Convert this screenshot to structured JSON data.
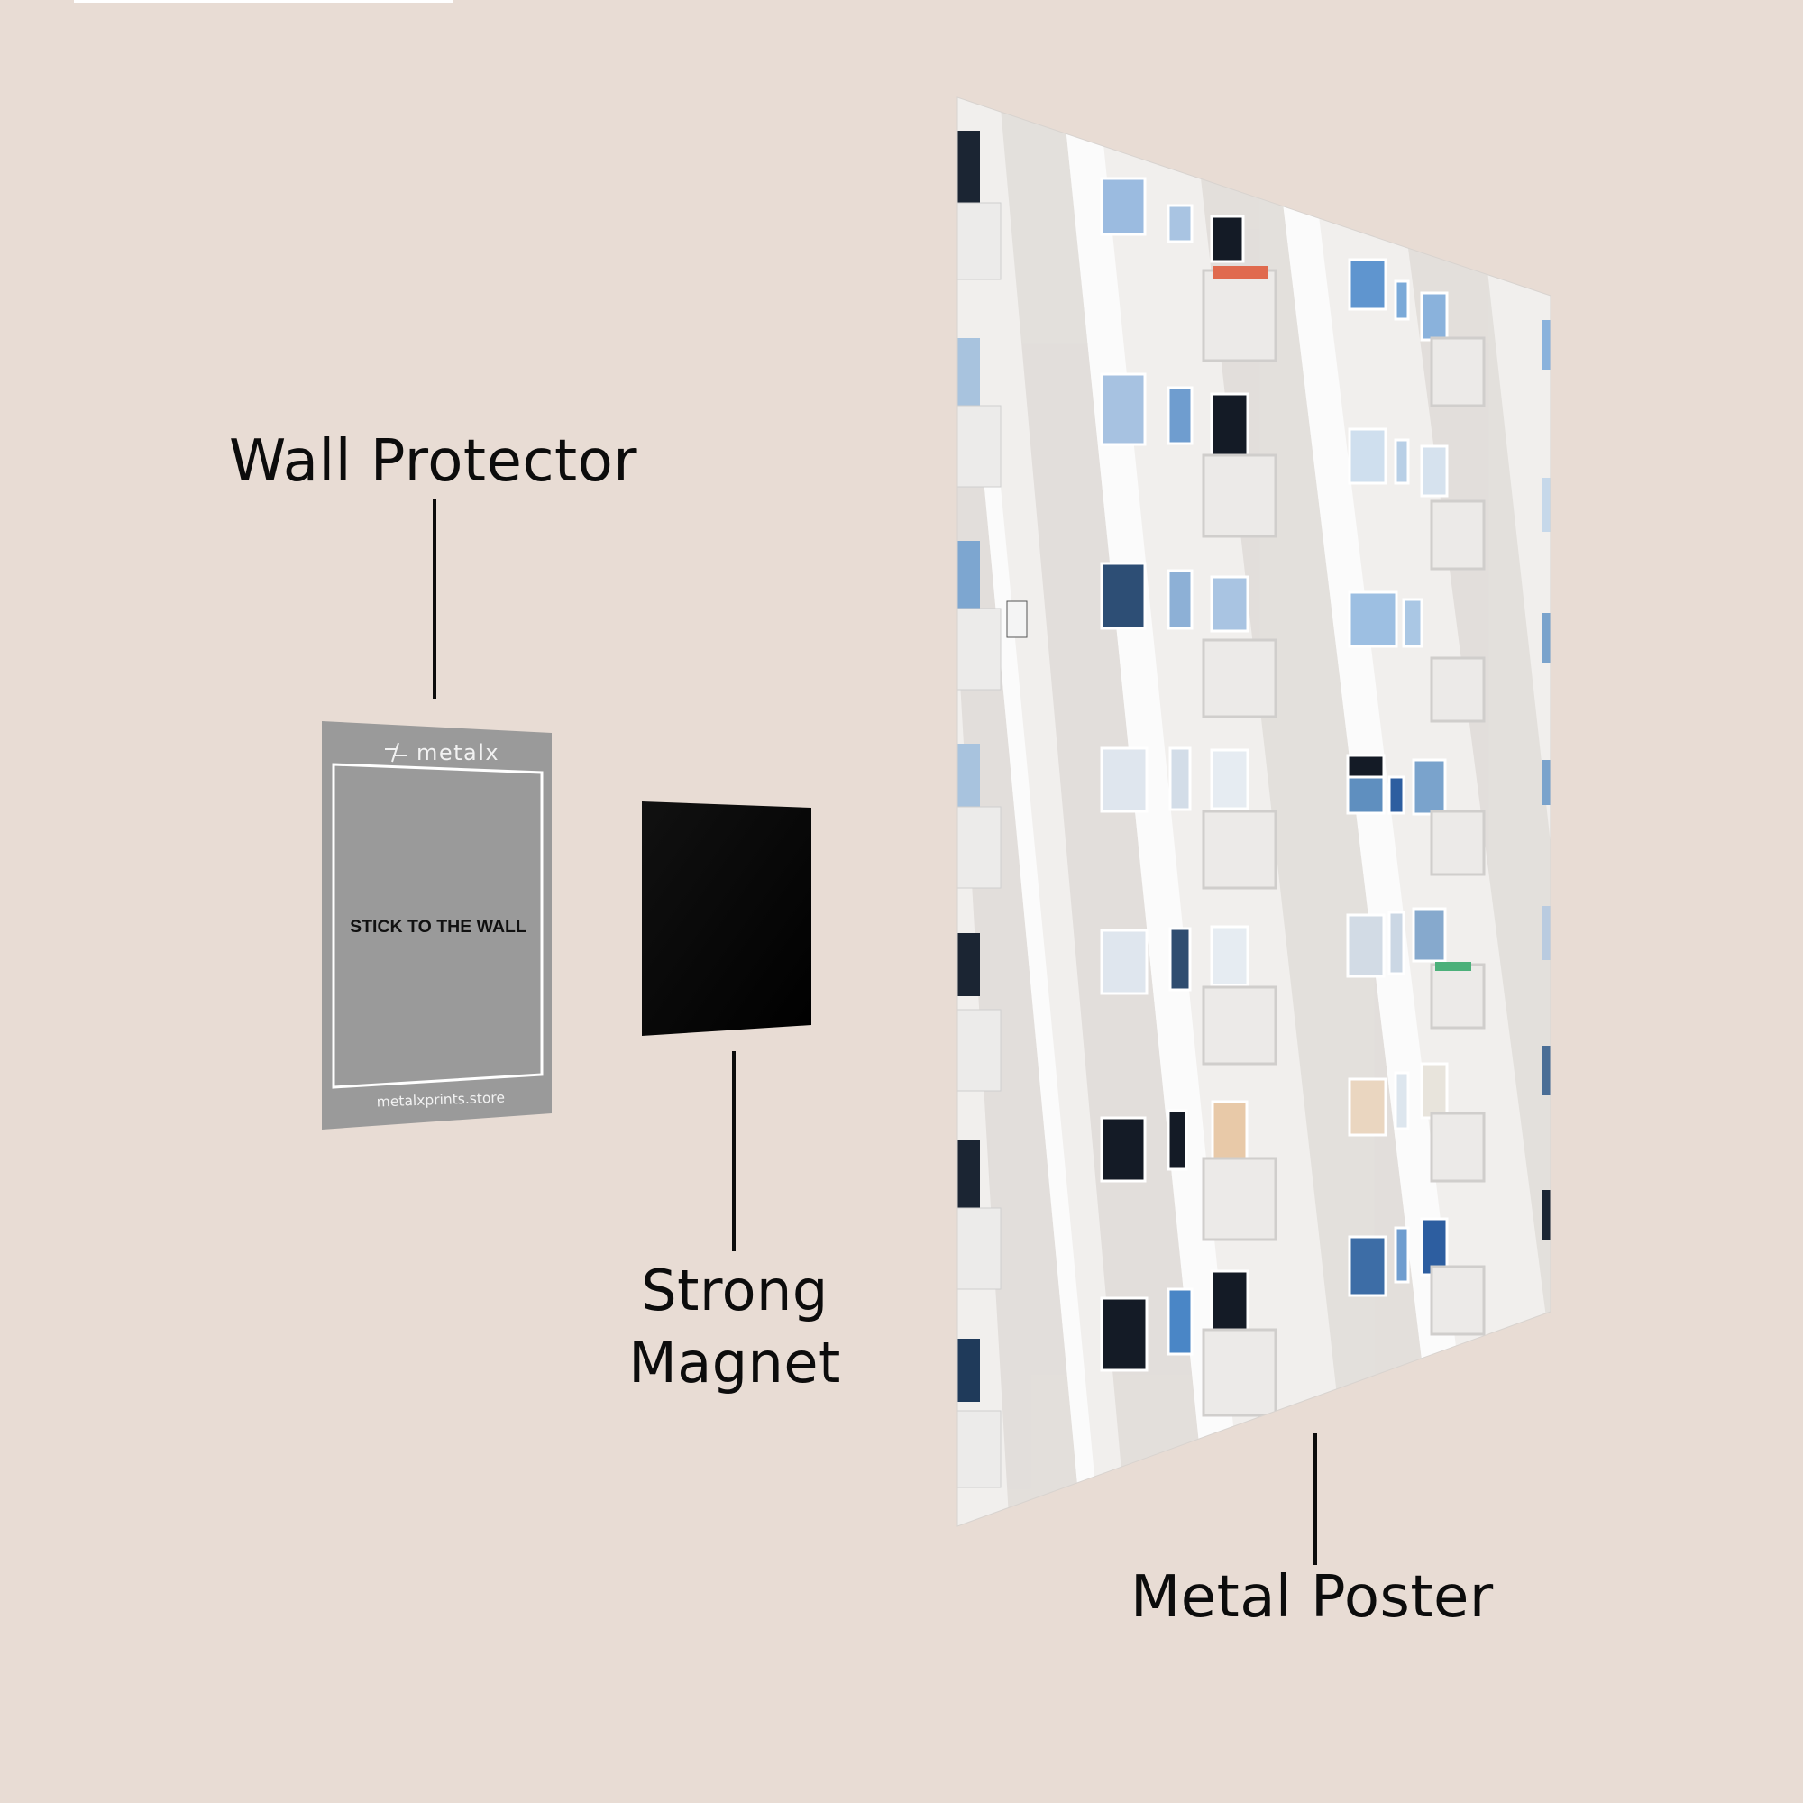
{
  "colors": {
    "background": "#e8dcd4",
    "label_text": "#0c0c0c",
    "protector_gray": "#9a9a9a",
    "protector_frame": "#ffffff",
    "magnet": "#050505",
    "poster_facade": "#f2f0ee",
    "window_blue": "#7aa3cc",
    "window_dark": "#16202e"
  },
  "labels": {
    "wall_protector": "Wall Protector",
    "strong_magnet_line1": "Strong",
    "strong_magnet_line2": "Magnet",
    "metal_poster": "Metal Poster"
  },
  "wall_protector": {
    "brand_logo": "metalx",
    "center_text": "STICK TO THE WALL",
    "footer_url": "metalxprints.store"
  },
  "magnet": {
    "icon": "black-square-magnet"
  },
  "poster": {
    "subject": "white apartment building facade with windows and balconies",
    "icon": "building-photo"
  }
}
